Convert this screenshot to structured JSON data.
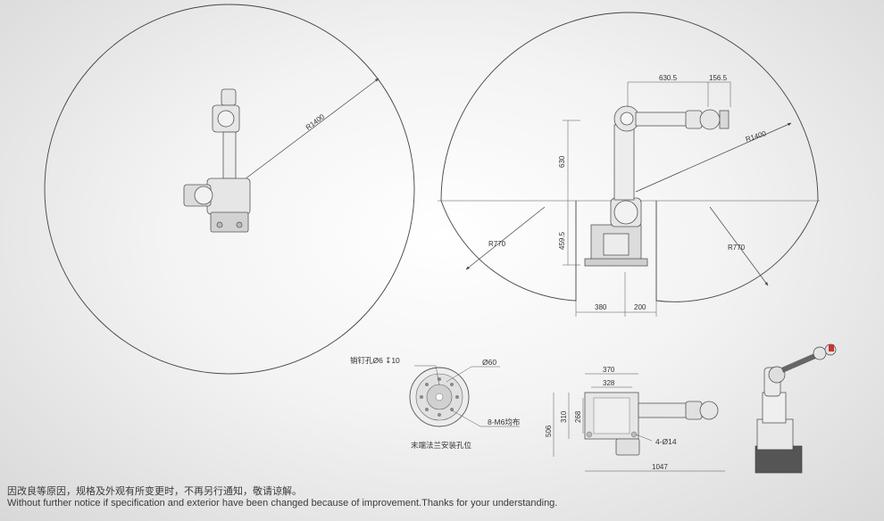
{
  "labels": {
    "top_view_radius": "R1400",
    "side_view_radius": "R1400",
    "reach_left": "R770",
    "reach_right": "R770",
    "arm_span": "630.5",
    "wrist_len": "156.5",
    "upper_height": "630",
    "base_height": "459.5",
    "base_left": "380",
    "base_right": "200",
    "flange_pin_hole": "销钉孔Ø6 ↧10",
    "flange_dia": "Ø60",
    "flange_threads": "8-M6均布",
    "flange_caption": "末端法兰安装孔位",
    "base_width": "370",
    "base_inner_width": "328",
    "base_depth": "506",
    "base_mid": "310",
    "base_inner_depth": "268",
    "mount_holes": "4-Ø14",
    "total_length": "1047"
  },
  "footer": {
    "zh": "因改良等原因，规格及外观有所变更时，不再另行通知，敬请谅解。",
    "en": "Without further notice if specification and exterior have been changed because of improvement.Thanks for your understanding."
  },
  "colors": {
    "line": "#555555",
    "robot_fill": "#e6e6e6",
    "accent": "#c0392b"
  }
}
